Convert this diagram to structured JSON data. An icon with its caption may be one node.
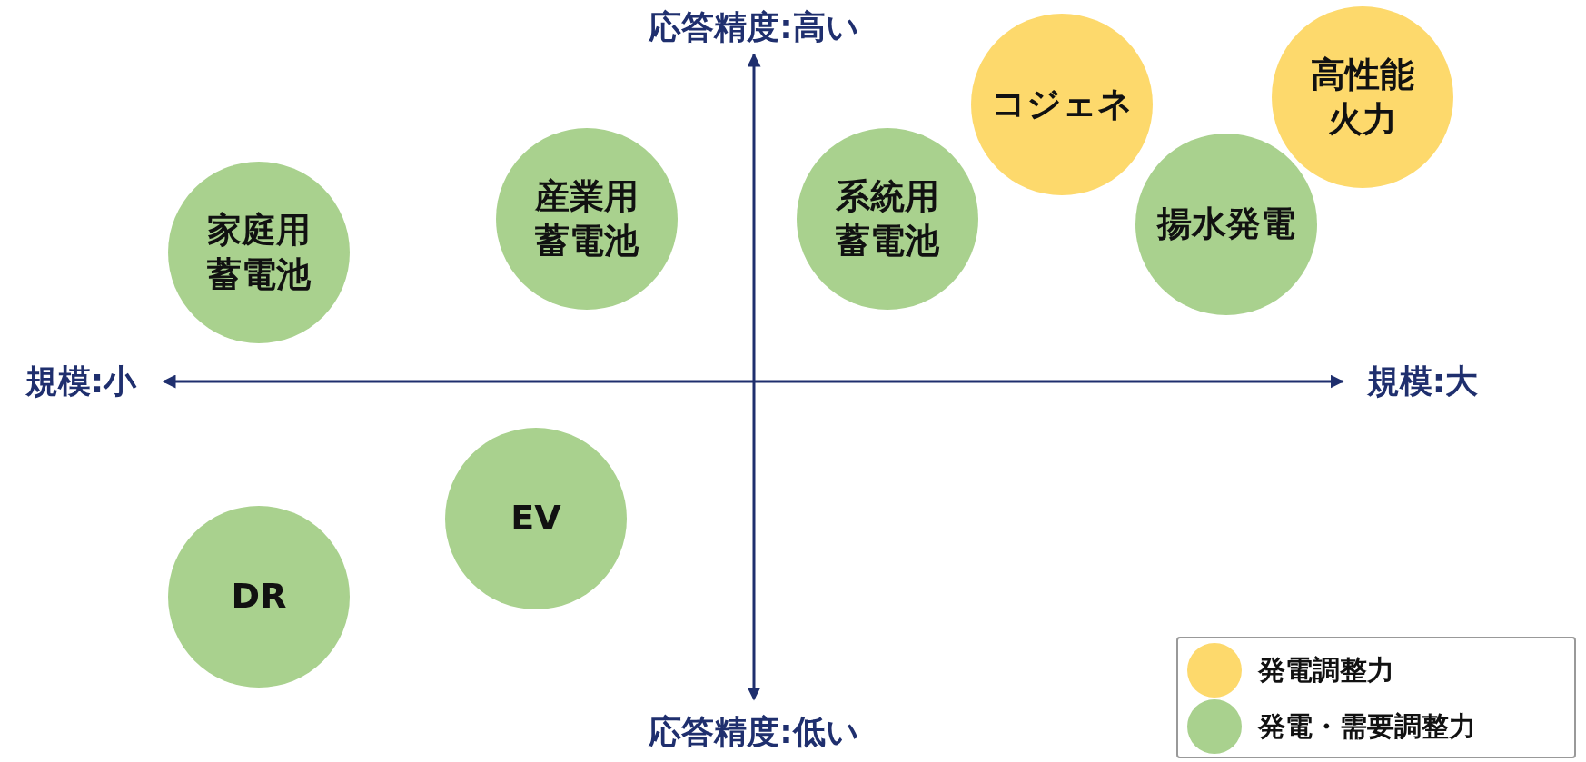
{
  "diagram": {
    "nodes": [
      {
        "text": [
          "家庭用蓄電池"
        ]
      },
      {
        "text": [
          "産業用蓄電池"
        ]
      },
      {
        "text": [
          "系統用蓄電池"
        ]
      },
      {
        "text": [
          "揚水発電"
        ]
      },
      {
        "text": [
          "コジェネ"
        ]
      },
      {
        "text": [
          "高性能火力"
        ]
      },
      {
        "text": [
          "EV"
        ]
      },
      {
        "text": [
          "DR"
        ]
      }
    ],
    "labels": [
      "応答精度:高い",
      "規模:小",
      "規模:大",
      "応答精度:低い"
    ],
    "legend": [
      {
        "text": "発電調整力",
        "color": "#fdd96c"
      },
      {
        "text": "発電・需要調整力",
        "color": "#a9d18e"
      }
    ]
  }
}
